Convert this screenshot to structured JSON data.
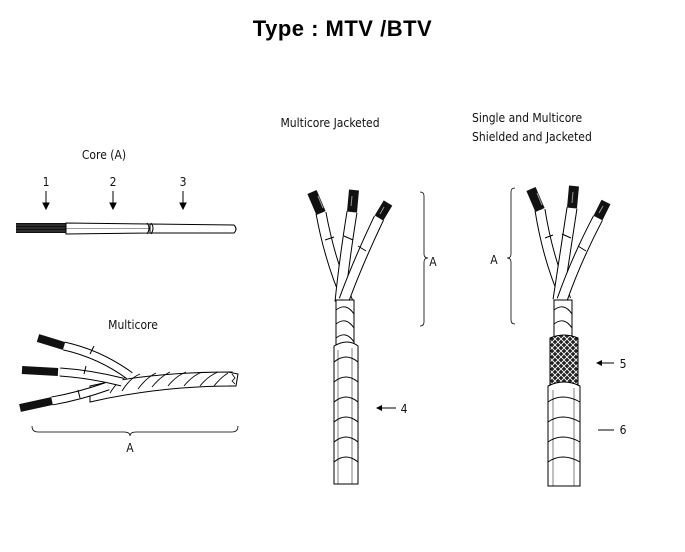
{
  "title": "Type : MTV /BTV",
  "labels": {
    "core": "Core (A)",
    "n1": "1",
    "n2": "2",
    "n3": "3",
    "multicore": "Multicore",
    "multicore_a": "A",
    "jacketed": "Multicore Jacketed",
    "jacketed_a": "A",
    "n4": "4",
    "shielded_line1": "Single and Multicore",
    "shielded_line2": "Shielded and Jacketed",
    "shielded_a": "A",
    "n5": "5",
    "n6": "6"
  }
}
